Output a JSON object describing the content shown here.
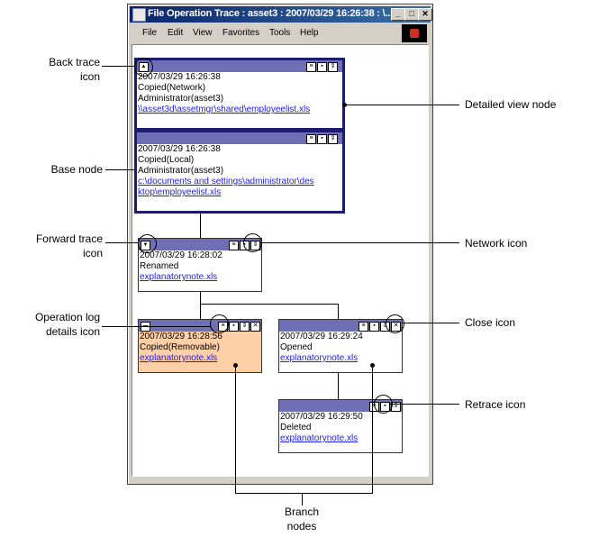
{
  "window": {
    "title": "File Operation Trace : asset3 : 2007/03/29 16:26:38 : \\...",
    "buttons": {
      "minimize": "_",
      "maximize": "□",
      "close": "✕"
    }
  },
  "menu": [
    "File",
    "Edit",
    "View",
    "Favorites",
    "Tools",
    "Help"
  ],
  "nodes": {
    "detailed": {
      "time": "2007/03/29 16:26:38",
      "op": "Copied(Network)",
      "user": "Administrator(asset3)",
      "path": "\\\\asset3d\\assetmgr\\shared\\employeelist.xls"
    },
    "base": {
      "time": "2007/03/29 16:26:38",
      "op": "Copied(Local)",
      "user": "Administrator(asset3)",
      "path1": "c:\\documents and settings\\administrator\\des",
      "path2": "ktop\\employeelist.xls"
    },
    "renamed": {
      "time": "2007/03/29 16:28:02",
      "op": "Renamed",
      "path": "explanatorynote.xls"
    },
    "removable": {
      "time": "2007/03/29 16:28:56",
      "op": "Copied(Removable)",
      "path": "explanatorynote.xls"
    },
    "opened": {
      "time": "2007/03/29 16:29:24",
      "op": "Opened",
      "path": "explanatorynote.xls"
    },
    "deleted": {
      "time": "2007/03/29 16:29:50",
      "op": "Deleted",
      "path": "explanatorynote.xls"
    }
  },
  "annotations": {
    "back_trace": [
      "Back trace",
      "icon"
    ],
    "base_node": "Base node",
    "forward_trace": [
      "Forward trace",
      "icon"
    ],
    "op_log": [
      "Operation log",
      "details icon"
    ],
    "detailed_view": "Detailed view node",
    "network_icon": "Network icon",
    "close_icon": "Close icon",
    "retrace_icon": "Retrace icon",
    "branch_nodes": [
      "Branch",
      "nodes"
    ]
  }
}
